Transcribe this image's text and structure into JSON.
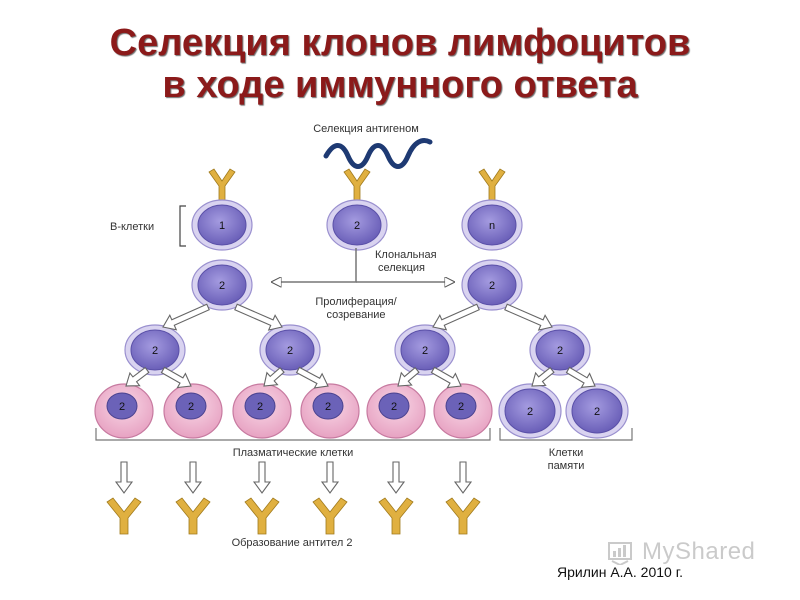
{
  "title": {
    "line1": "Селекция клонов лимфоцитов",
    "line2": "в ходе иммунного ответа"
  },
  "labels": {
    "antigen_selection": "Селекция антигеном",
    "b_cells": "В-клетки",
    "clonal_line1": "Клональная",
    "clonal_line2": "селекция",
    "prolif_line1": "Пролиферация/",
    "prolif_line2": "созревание",
    "plasma_cells": "Плазматические клетки",
    "memory_line1": "Клетки",
    "memory_line2": "памяти",
    "antibody_formation": "Образование антител 2"
  },
  "cells": {
    "b_cell_labels": [
      "1",
      "2",
      "n"
    ],
    "clone_label": "2"
  },
  "credit": "Ярилин А.А. 2010 г.",
  "watermark": "MyShared",
  "colors": {
    "title": "#8b1a1a",
    "cell_fill": "#7b6fc4",
    "cell_ring": "#d9d3f0",
    "nucleus": "#6b62b8",
    "plasma_fill": "#f0b8d0",
    "receptor": "#e0b040",
    "antigen": "#1e3a73"
  }
}
